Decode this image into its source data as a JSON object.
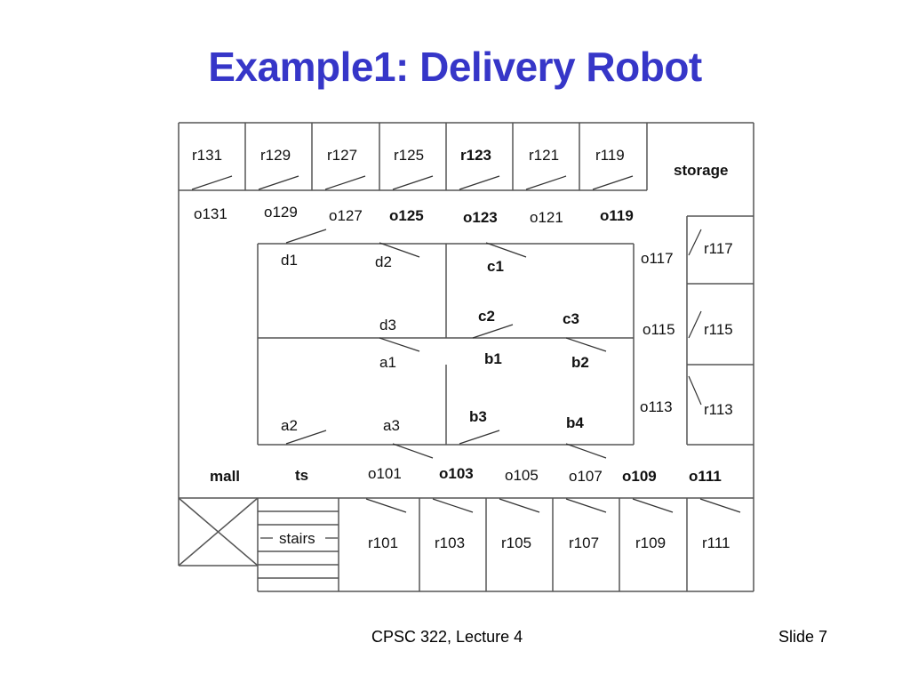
{
  "slide": {
    "title": "Example1: Delivery Robot",
    "footer_left": "CPSC 322, Lecture 4",
    "footer_right": "Slide 7"
  },
  "floorplan": {
    "top_rooms": [
      "r131",
      "r129",
      "r127",
      "r125",
      "r123",
      "r121",
      "r119"
    ],
    "bold_top_rooms": [
      "r123"
    ],
    "storage": "storage",
    "top_corridor_labels": [
      "o131",
      "o129",
      "o127",
      "o125",
      "o123",
      "o121",
      "o119"
    ],
    "bold_top_corridor_labels": [
      "o125",
      "o123",
      "o119"
    ],
    "right_rooms": [
      "r117",
      "r115",
      "r113"
    ],
    "right_corridor_labels": [
      "o117",
      "o115",
      "o113"
    ],
    "labs": {
      "d": [
        "d1",
        "d2",
        "d3"
      ],
      "c": [
        "c1",
        "c2",
        "c3"
      ],
      "a": [
        "a1",
        "a2",
        "a3"
      ],
      "b": [
        "b1",
        "b2",
        "b3",
        "b4"
      ]
    },
    "bottom_corridor_labels": [
      "mall",
      "ts",
      "o101",
      "o103",
      "o105",
      "o107",
      "o109",
      "o111"
    ],
    "bold_bottom_corridor_labels": [
      "mall",
      "ts",
      "o103",
      "o109",
      "o111"
    ],
    "stairs": "stairs",
    "bottom_rooms": [
      "r101",
      "r103",
      "r105",
      "r107",
      "r109",
      "r111"
    ]
  }
}
